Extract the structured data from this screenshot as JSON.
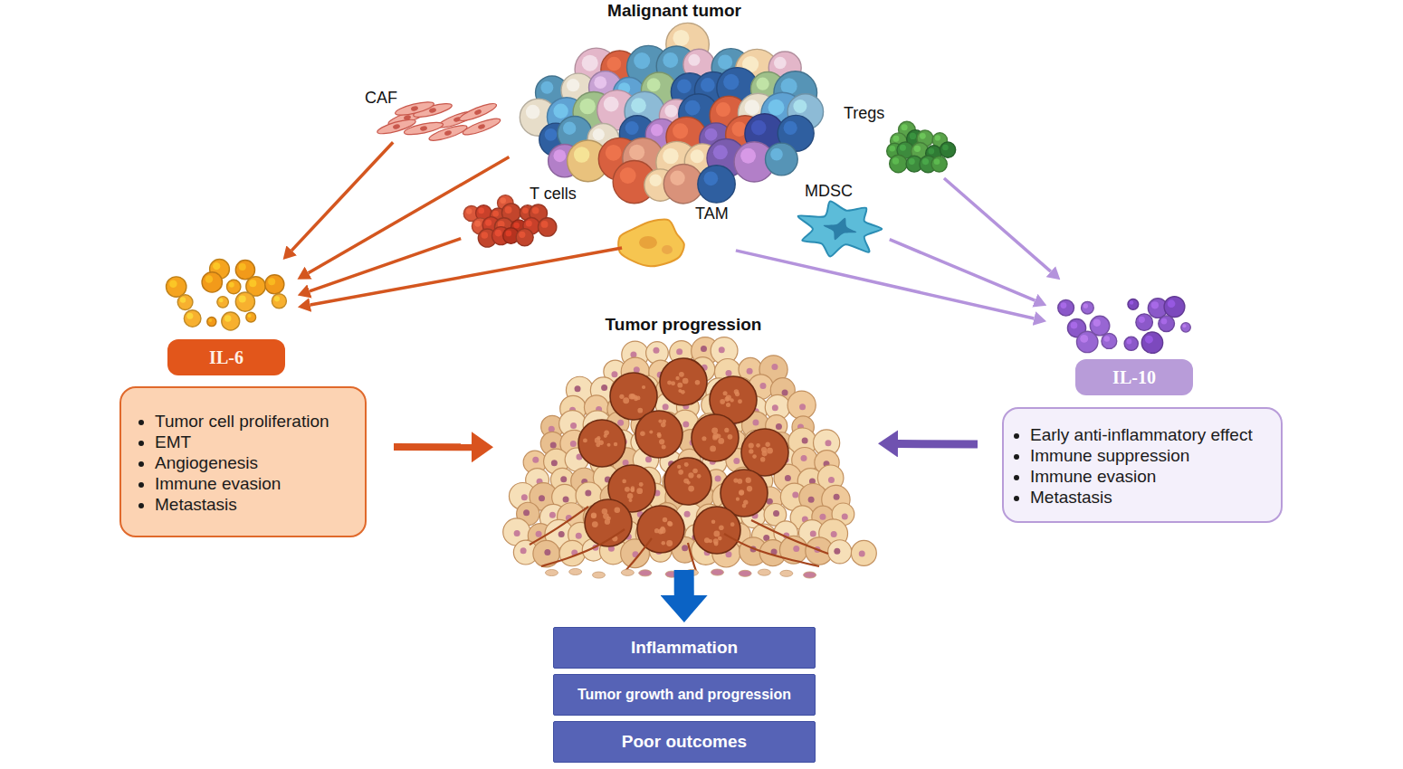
{
  "diagram": {
    "nodes": [
      {
        "text": [
          "Malignant tumor"
        ]
      },
      {
        "text": [
          "CAF"
        ]
      },
      {
        "text": [
          "Tregs"
        ]
      },
      {
        "text": [
          "T cells"
        ]
      },
      {
        "text": [
          "TAM"
        ]
      },
      {
        "text": [
          "MDSC"
        ]
      },
      {
        "text": [
          "IL-6"
        ]
      },
      {
        "text": [
          "IL-10"
        ]
      },
      {
        "text": [
          "Tumor progression"
        ]
      },
      {
        "text": [
          "Tumor cell proliferation",
          "EMT",
          "Angiogenesis",
          "Immune evasion",
          "Metastasis"
        ]
      },
      {
        "text": [
          "Early anti-inflammatory effect",
          "Immune suppression",
          "Immune evasion",
          "Metastasis"
        ]
      },
      {
        "text": [
          "Inflammation"
        ]
      },
      {
        "text": [
          "Tumor growth and progression"
        ]
      },
      {
        "text": [
          "Poor outcomes"
        ]
      }
    ],
    "edges": [
      {
        "from": 1,
        "to": 6,
        "arrow": "to"
      },
      {
        "from": 0,
        "to": 6,
        "arrow": "to"
      },
      {
        "from": 3,
        "to": 6,
        "arrow": "to"
      },
      {
        "from": 4,
        "to": 6,
        "arrow": "to"
      },
      {
        "from": 4,
        "to": 7,
        "arrow": "to"
      },
      {
        "from": 5,
        "to": 7,
        "arrow": "to"
      },
      {
        "from": 2,
        "to": 7,
        "arrow": "to"
      },
      {
        "from": 9,
        "to": 8,
        "arrow": "to"
      },
      {
        "from": 10,
        "to": 8,
        "arrow": "to"
      },
      {
        "from": 8,
        "to": 11,
        "arrow": "to"
      }
    ]
  }
}
